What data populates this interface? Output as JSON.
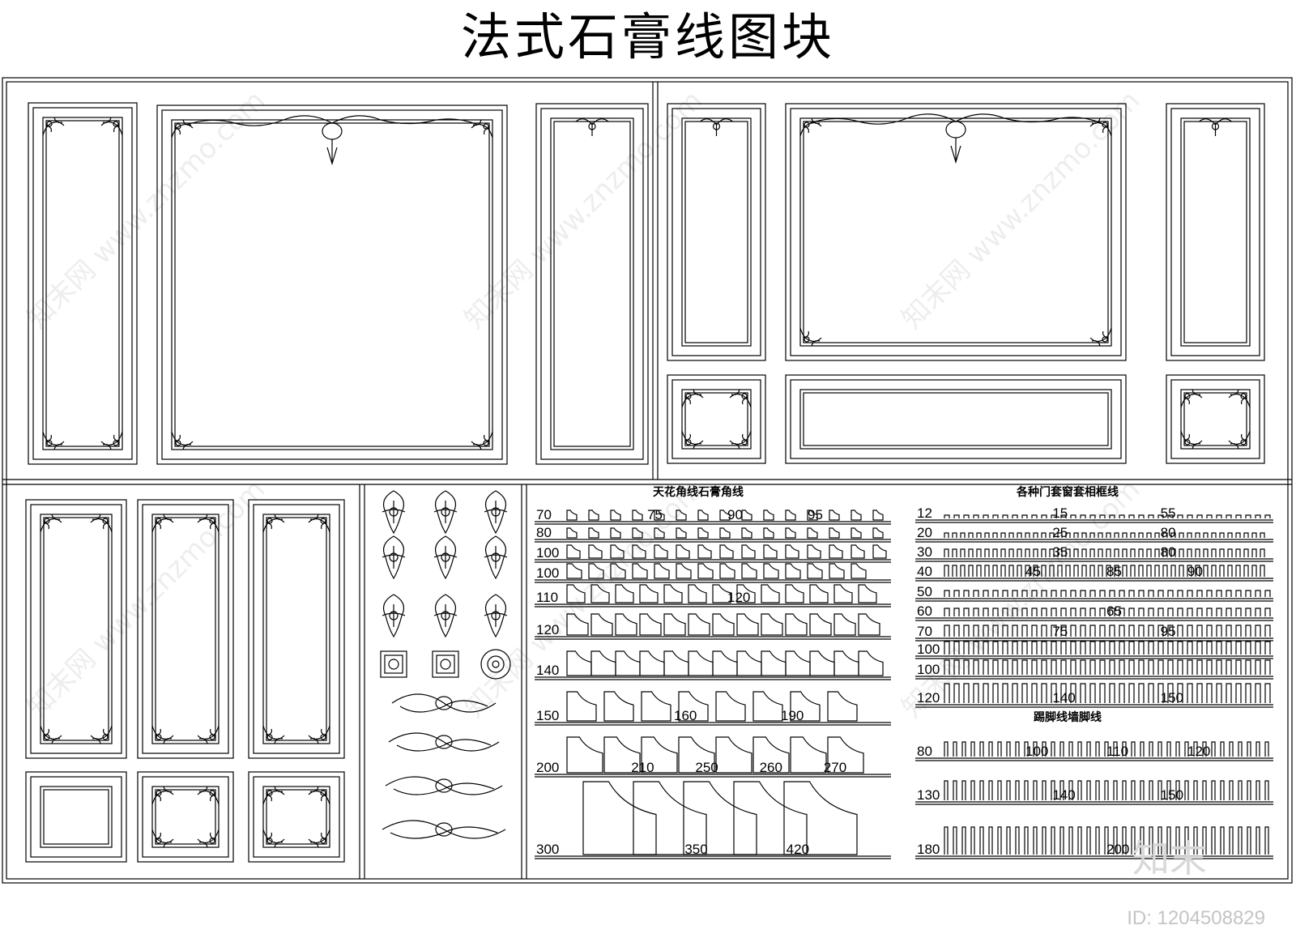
{
  "title": "法式石膏线图块",
  "corner_section": {
    "heading": "天花角线石膏角线",
    "rows": [
      [
        "70",
        "75",
        "90",
        "95"
      ],
      [
        "80"
      ],
      [
        "100"
      ],
      [
        "100"
      ],
      [
        "110",
        "120"
      ],
      [
        "120"
      ],
      [
        "140"
      ],
      [
        "150",
        "160",
        "190"
      ],
      [
        "200",
        "210",
        "250",
        "260",
        "270"
      ],
      [
        "300",
        "350",
        "420"
      ]
    ]
  },
  "frame_section": {
    "heading": "各种门套窗套相框线",
    "rows": [
      [
        "12",
        "15",
        "55"
      ],
      [
        "20",
        "25",
        "80"
      ],
      [
        "30",
        "35",
        "80"
      ],
      [
        "40",
        "45",
        "85",
        "90"
      ],
      [
        "50"
      ],
      [
        "60",
        "65"
      ],
      [
        "70",
        "75",
        "95"
      ],
      [
        "100"
      ],
      [
        "100"
      ],
      [
        "120",
        "140",
        "150"
      ]
    ]
  },
  "skirting_section": {
    "heading": "踢脚线墙脚线",
    "rows": [
      [
        "80",
        "100",
        "110",
        "120"
      ],
      [
        "130",
        "140",
        "150"
      ],
      [
        "180",
        "200"
      ]
    ]
  },
  "watermark": "知末网 www.znzmo.com",
  "brand": "知末",
  "image_id": "ID: 1204508829"
}
